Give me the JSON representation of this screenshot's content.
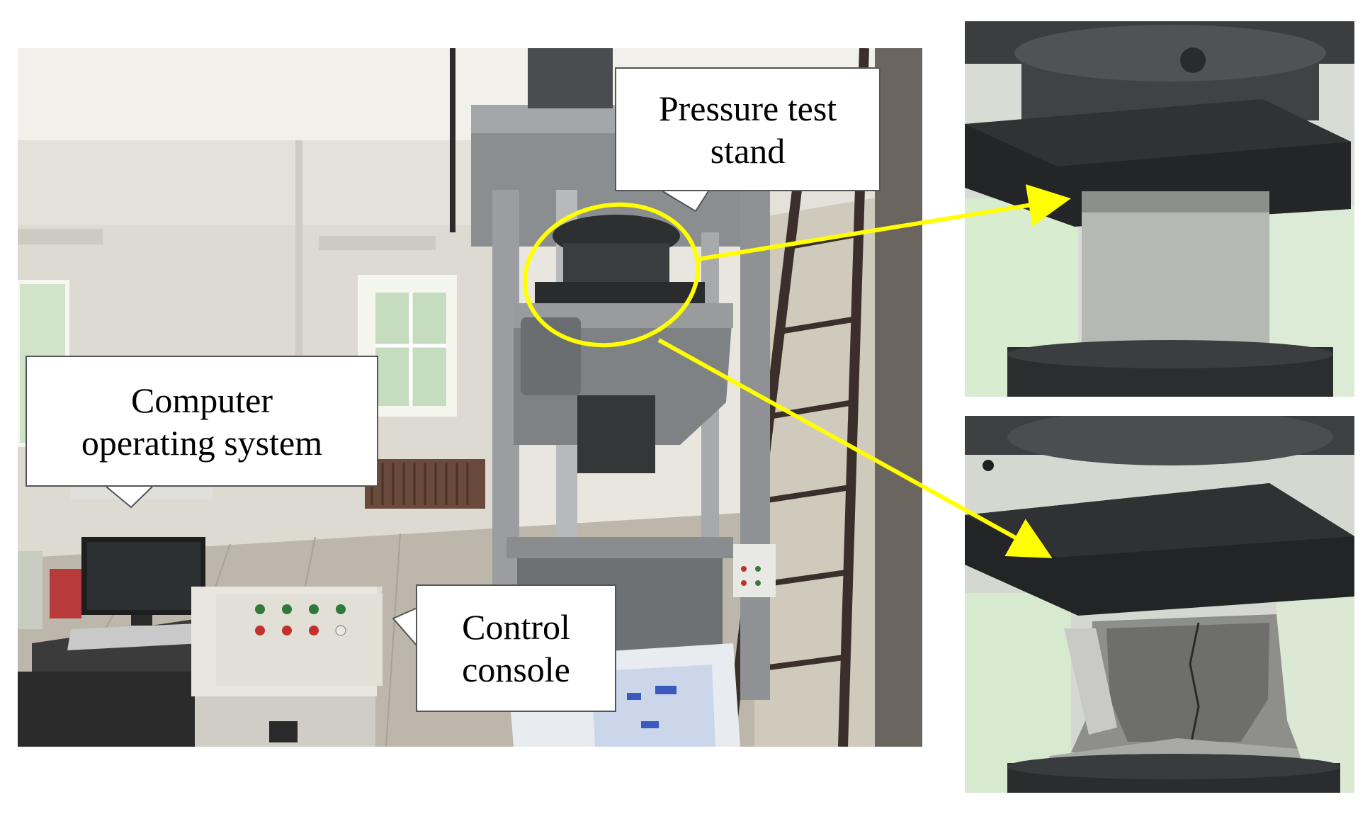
{
  "labels": {
    "pressure_stand": [
      "Pressure test",
      "stand"
    ],
    "computer_system": [
      "Computer",
      "operating system"
    ],
    "control_console": [
      "Control",
      "console"
    ]
  },
  "colors": {
    "annotation": "#ffff00",
    "callout_border": "#555555",
    "callout_fill": "#ffffff"
  }
}
